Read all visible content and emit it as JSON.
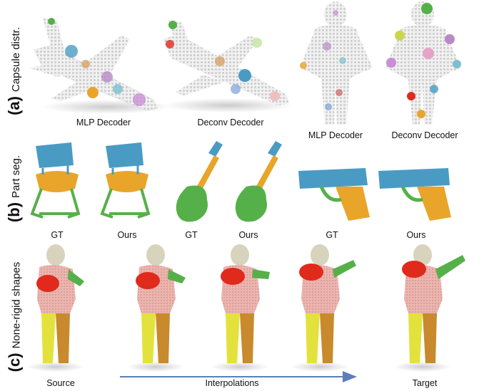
{
  "rows": [
    {
      "letter": "(a)",
      "title": "Capsule distr.",
      "captions": [
        "MLP Decoder",
        "Deconv Decoder",
        "MLP Decoder",
        "Deconv Decoder"
      ]
    },
    {
      "letter": "(b)",
      "title": "Part seg.",
      "captions": [
        "GT",
        "Ours",
        "GT",
        "Ours",
        "GT",
        "Ours"
      ]
    },
    {
      "letter": "(c)",
      "title": "None-rigid shapes",
      "captions": [
        "Source",
        "Interpolations",
        "Target"
      ]
    }
  ],
  "colors": {
    "part_blue": "#4a9bc4",
    "part_orange": "#e8a52a",
    "part_green": "#56b04a",
    "body_pink": "#ecb6b0",
    "arm_red": "#e02a1c",
    "leg_yellow": "#e3e23c",
    "leg_brown": "#c88a2c",
    "head_beige": "#d8d3bd",
    "arrow": "#5b7fb8",
    "points_white": "#eeeeee"
  }
}
